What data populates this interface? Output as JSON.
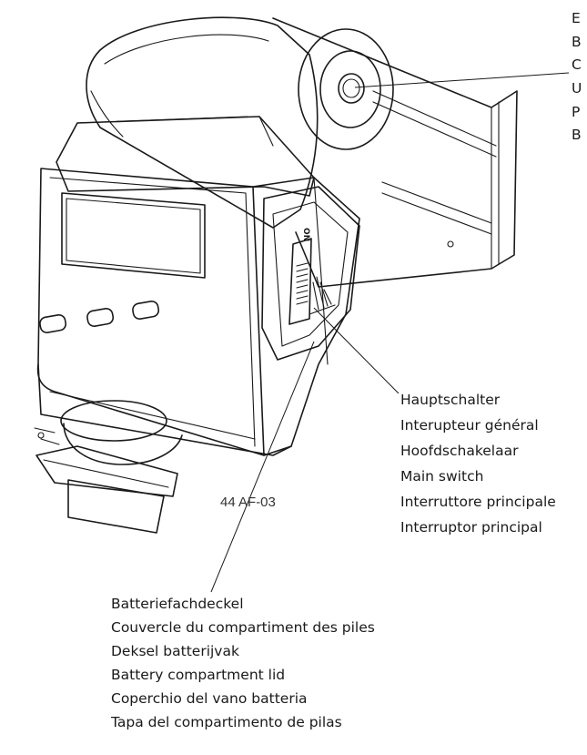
{
  "model_code": "44 AF-03",
  "switch_indicator": "ON",
  "callouts": {
    "top_right": {
      "lines": [
        "E",
        "B",
        "C",
        "U",
        "P",
        "B"
      ]
    },
    "main_switch": {
      "lines": [
        "Hauptschalter",
        "Interupteur général",
        "Hoofdschakelaar",
        "Main switch",
        "Interruttore principale",
        "Interruptor principal"
      ]
    },
    "battery_lid": {
      "lines": [
        "Batteriefachdeckel",
        "Couvercle du compartiment des piles",
        "Deksel batterijvak",
        "Battery compartment lid",
        "Coperchio del vano batteria",
        "Tapa del compartimento de pilas"
      ]
    }
  },
  "colors": {
    "line": "#1a1a1a",
    "background": "#ffffff"
  }
}
